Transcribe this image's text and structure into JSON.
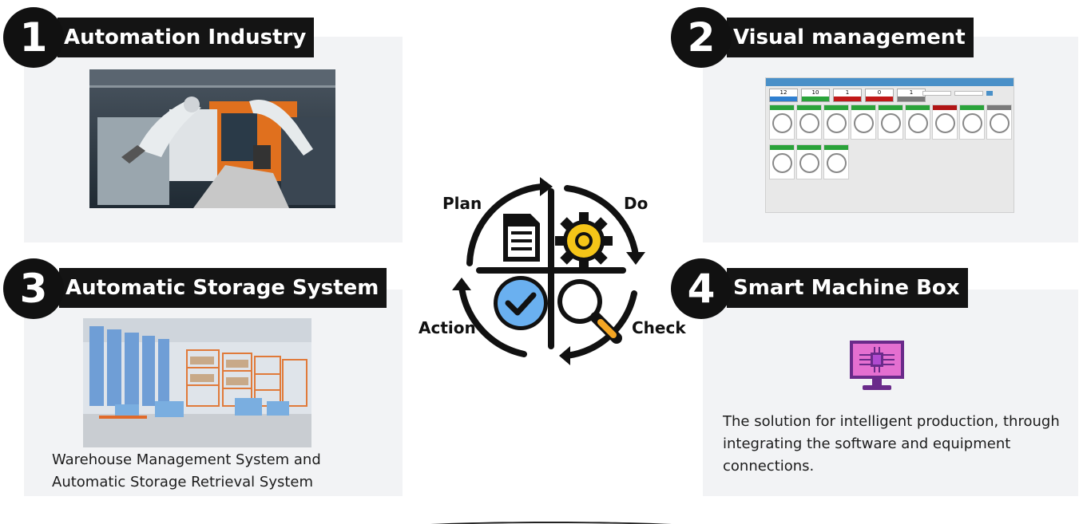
{
  "sections": [
    {
      "number": "1",
      "title": "Automation Industry",
      "caption": ""
    },
    {
      "number": "2",
      "title": "Visual management",
      "caption": ""
    },
    {
      "number": "3",
      "title": "Automatic Storage System",
      "caption": "Warehouse Management System and Automatic Storage Retrieval System"
    },
    {
      "number": "4",
      "title": "Smart Machine Box",
      "caption": "The solution for intelligent production, through integrating the software and equipment connections."
    }
  ],
  "pdca": {
    "plan": "Plan",
    "do": "Do",
    "check": "Check",
    "action": "Action"
  },
  "dashboard": {
    "stats": [
      {
        "value": "12",
        "color": "#2f7fd0"
      },
      {
        "value": "10",
        "color": "#2aa33a"
      },
      {
        "value": "1",
        "color": "#c01818"
      },
      {
        "value": "0",
        "color": "#c01818"
      },
      {
        "value": "1",
        "color": "#7a7a7a"
      }
    ],
    "card_header_colors": [
      "#2aa33a",
      "#2aa33a",
      "#2aa33a",
      "#2aa33a",
      "#2aa33a",
      "#2aa33a",
      "#b01515",
      "#2aa33a",
      "#7a7a7a",
      "#2aa33a",
      "#2aa33a",
      "#2aa33a"
    ]
  },
  "colors": {
    "title_bg": "#141414",
    "panel_bg": "#f2f3f5",
    "gear": "#f5c518",
    "check_circle": "#6ab0f0",
    "screen": "#e46fd0"
  }
}
